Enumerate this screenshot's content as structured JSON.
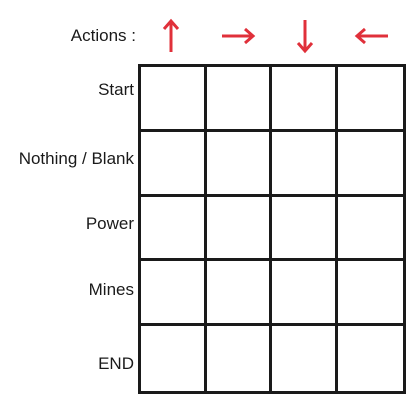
{
  "header": {
    "actions_label": "Actions :"
  },
  "actions": [
    {
      "direction": "up",
      "icon": "arrow-up-icon"
    },
    {
      "direction": "right",
      "icon": "arrow-right-icon"
    },
    {
      "direction": "down",
      "icon": "arrow-down-icon"
    },
    {
      "direction": "left",
      "icon": "arrow-left-icon"
    }
  ],
  "states": [
    {
      "label": "Start"
    },
    {
      "label": "Nothing / Blank"
    },
    {
      "label": "Power"
    },
    {
      "label": "Mines"
    },
    {
      "label": "END"
    }
  ],
  "colors": {
    "arrow": "#e0303a",
    "grid_line": "#1a1a1a",
    "text": "#1a1a1a"
  }
}
